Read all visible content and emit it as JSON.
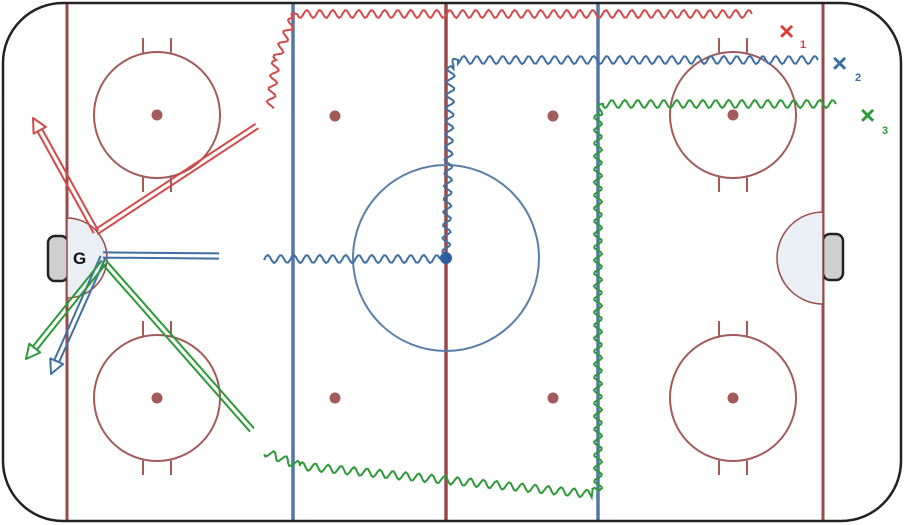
{
  "rink": {
    "board_color": "#222222",
    "goal_line_color": "#9b4a4a",
    "blue_line_color": "#5577a8",
    "center_line_color": "#9b4a4a",
    "faceoff_circle_color": "#a25a5a",
    "faceoff_dot_color": "#a25a5a",
    "center_circle_color": "#5b7fa8",
    "crease_fill": "#eaeff6",
    "net_fill": "#cfcfcf"
  },
  "goalie": {
    "label": "G"
  },
  "players": [
    {
      "mark": "×",
      "number": "1",
      "color": "#e03c3c",
      "path_color": "#d34a4a"
    },
    {
      "mark": "×",
      "number": "2",
      "color": "#3a6ea8",
      "path_color": "#3f6fa3"
    },
    {
      "mark": "×",
      "number": "3",
      "color": "#2a9a3a",
      "path_color": "#2d9a3a"
    }
  ],
  "puck": {
    "color": "#2e5d9e"
  }
}
